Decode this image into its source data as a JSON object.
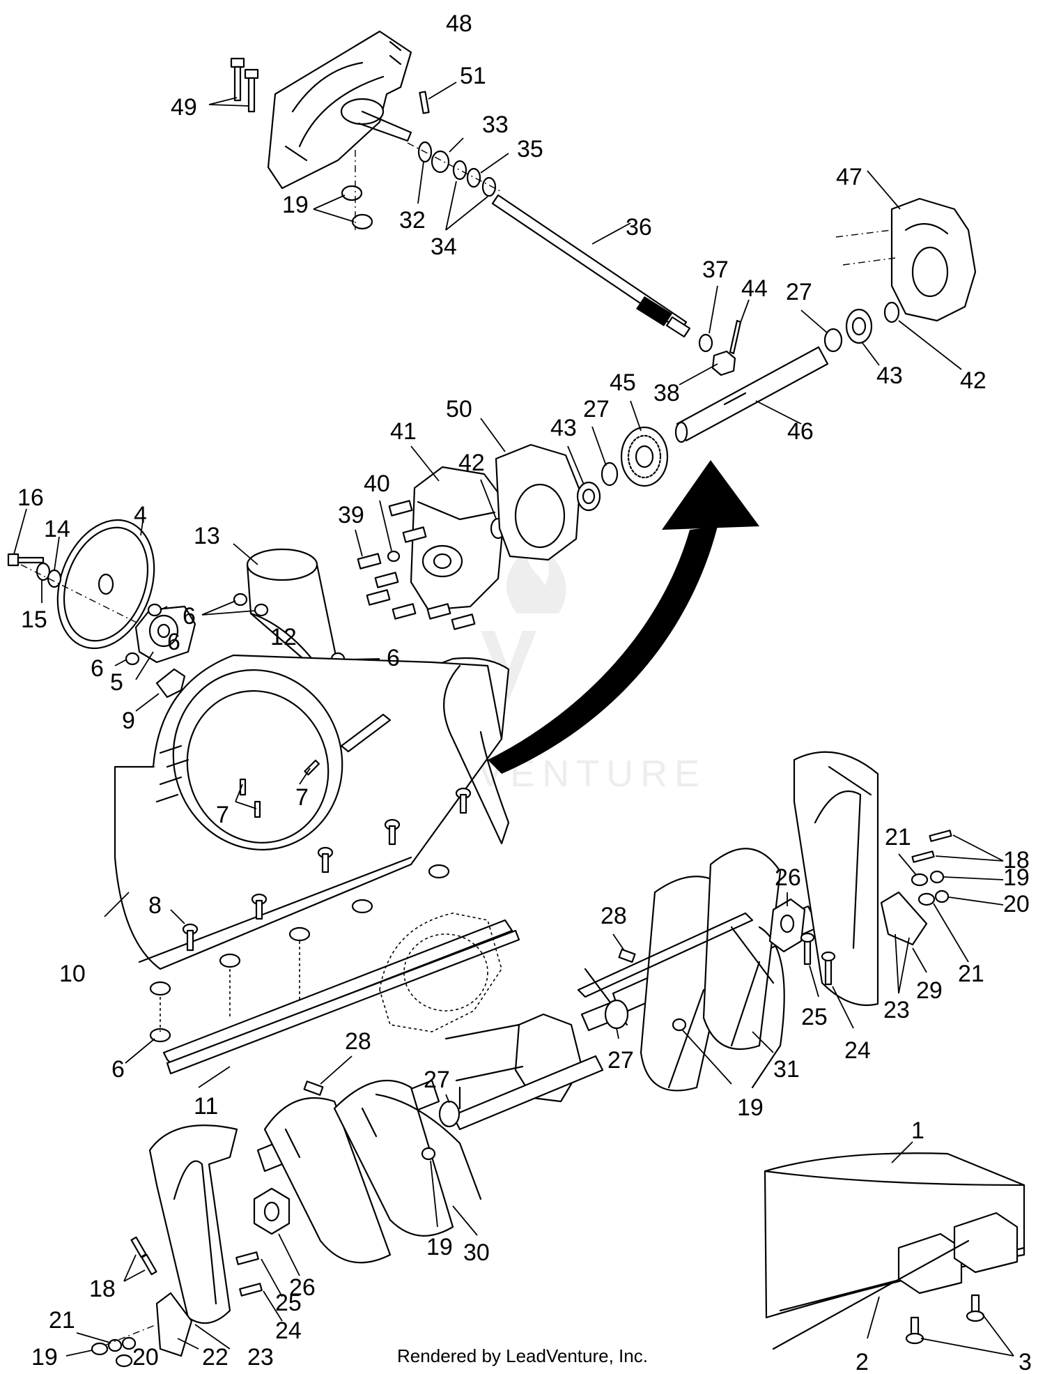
{
  "labels": [
    "1",
    "2",
    "3",
    "4",
    "5",
    "6",
    "7",
    "8",
    "9",
    "10",
    "11",
    "12",
    "13",
    "14",
    "15",
    "16",
    "18",
    "19",
    "20",
    "21",
    "22",
    "23",
    "24",
    "25",
    "26",
    "27",
    "28",
    "29",
    "30",
    "31",
    "32",
    "33",
    "34",
    "35",
    "36",
    "37",
    "38",
    "39",
    "40",
    "41",
    "42",
    "43",
    "44",
    "45",
    "46",
    "47",
    "48",
    "49",
    "50",
    "51"
  ],
  "watermark": "LEADVENTURE",
  "footer": "Rendered by LeadVenture, Inc."
}
